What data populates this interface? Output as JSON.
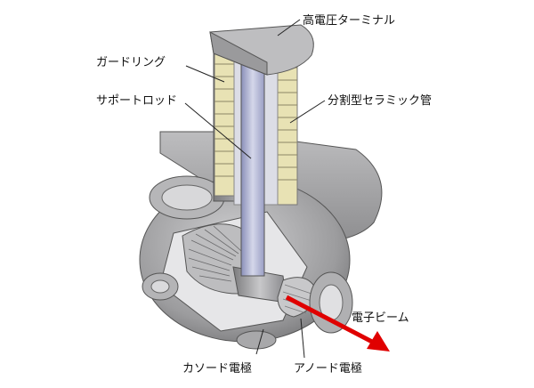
{
  "labels": {
    "hv_terminal": "高電圧ターミナル",
    "guard_ring": "ガードリング",
    "support_rod": "サポートロッド",
    "ceramic_tube": "分割型セラミック管",
    "electron_beam": "電子ビーム",
    "cathode": "カソード電極",
    "anode": "アノード電極"
  },
  "colors": {
    "metal": "#9a9a9c",
    "metal_light": "#c4c4c6",
    "metal_dark": "#6e6e70",
    "ceramic": "#e8e2b4",
    "beam": "#e00000",
    "rod": "#b8bcd6"
  }
}
